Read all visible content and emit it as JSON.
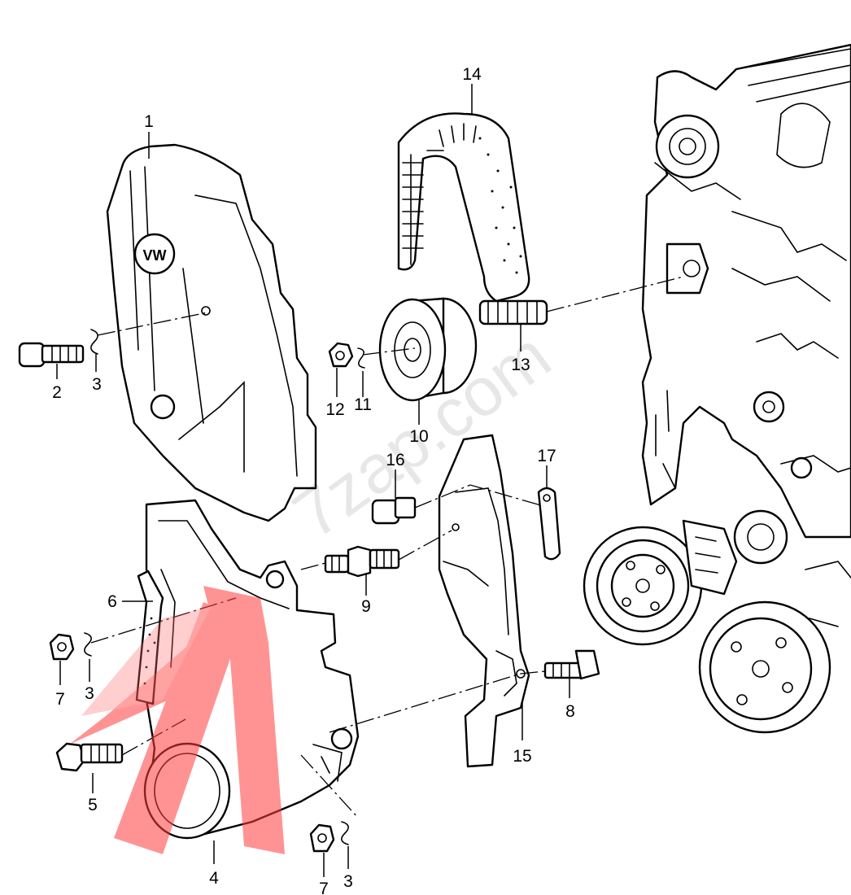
{
  "callouts": {
    "c1": "1",
    "c2": "2",
    "c3a": "3",
    "c3b": "3",
    "c3c": "3",
    "c4": "4",
    "c5": "5",
    "c6": "6",
    "c7a": "7",
    "c7b": "7",
    "c8": "8",
    "c9": "9",
    "c10": "10",
    "c11": "11",
    "c12": "12",
    "c13": "13",
    "c14": "14",
    "c15": "15",
    "c16": "16",
    "c17": "17"
  },
  "logo_text": "VW",
  "watermark": "7zap.com",
  "colors": {
    "line": "#000000",
    "background": "#ffffff",
    "highlight": "#ff3b3b"
  },
  "icons": {
    "marker": "red-arrow-highlight"
  }
}
